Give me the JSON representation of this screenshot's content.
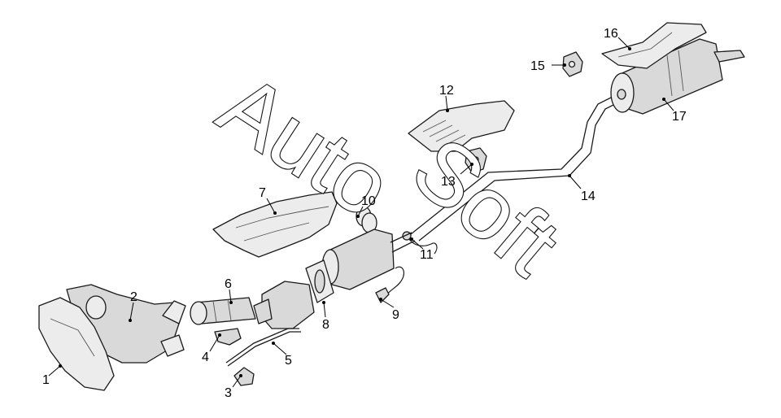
{
  "watermark": {
    "word1": "Auto",
    "word2": "Soft"
  },
  "callouts": {
    "c1": "1",
    "c2": "2",
    "c3": "3",
    "c4": "4",
    "c5": "5",
    "c6": "6",
    "c7": "7",
    "c8": "8",
    "c9": "9",
    "c10": "10",
    "c11": "11",
    "c12": "12",
    "c13": "13",
    "c14": "14",
    "c15": "15",
    "c16": "16",
    "c17": "17"
  },
  "colors": {
    "part_fill": "#d9d9d9",
    "line": "#1a1a1a",
    "background": "#ffffff"
  }
}
